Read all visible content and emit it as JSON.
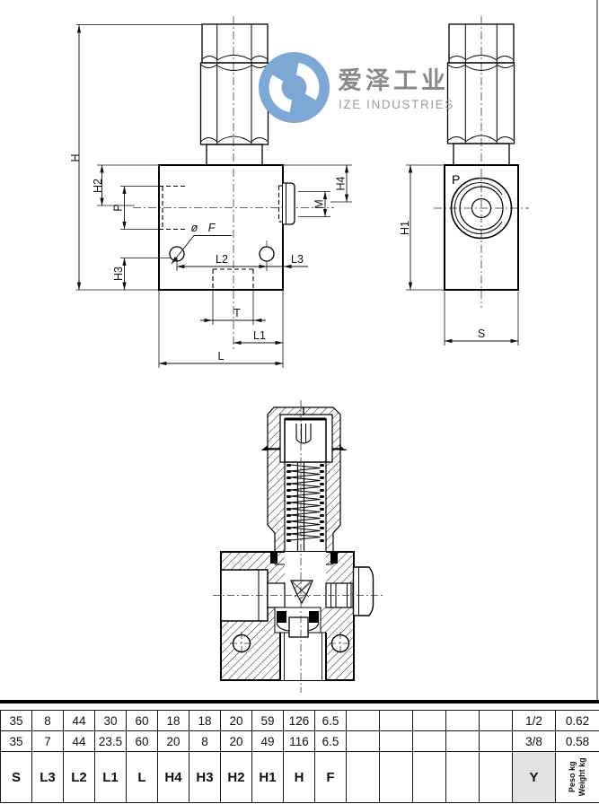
{
  "logo": {
    "cn": "爱泽工业",
    "en": "IZE INDUSTRIES",
    "circle_color": "#7da7d5",
    "cn_color": "#8a8a8a",
    "en_color": "#9b9b9b"
  },
  "front": {
    "H": "H",
    "H2": "H2",
    "P": "P",
    "H3": "H3",
    "F": "ø F",
    "L2": "L2",
    "L3": "L3",
    "T": "T",
    "L1": "L1",
    "L": "L",
    "M": "M",
    "H4": "H4"
  },
  "side": {
    "P": "P",
    "H1": "H1",
    "S": "S"
  },
  "table": {
    "headers": [
      "S",
      "L3",
      "L2",
      "L1",
      "L",
      "H4",
      "H3",
      "H2",
      "H1",
      "H",
      "F",
      "",
      "",
      "",
      "",
      "",
      "Y"
    ],
    "weight_header": {
      "l1": "Peso kg",
      "l2": "Weight kg"
    },
    "rows": [
      [
        "35",
        "8",
        "44",
        "30",
        "60",
        "18",
        "18",
        "20",
        "59",
        "126",
        "6.5",
        "",
        "",
        "",
        "",
        "",
        "1/2",
        "0.62"
      ],
      [
        "35",
        "7",
        "44",
        "23.5",
        "60",
        "20",
        "8",
        "20",
        "49",
        "116",
        "6.5",
        "",
        "",
        "",
        "",
        "",
        "3/8",
        "0.58"
      ]
    ]
  }
}
